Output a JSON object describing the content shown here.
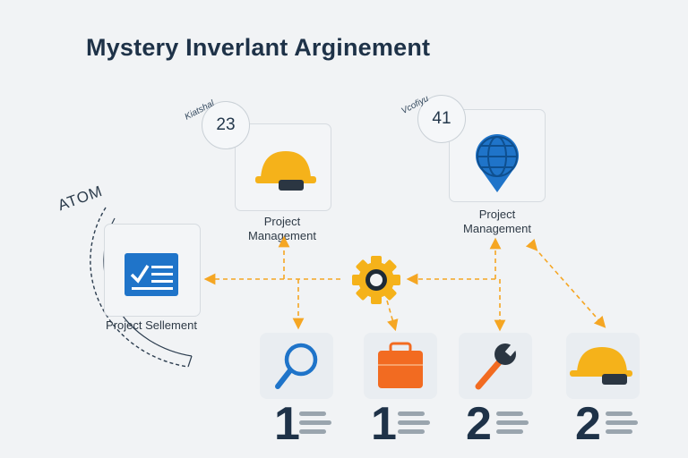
{
  "title": "Mystery Inverlant Arginement",
  "atom_label": "ATOM",
  "nodes": [
    {
      "badge": "23",
      "scribble": "Kiatshal",
      "label": "Project Management"
    },
    {
      "badge": "41",
      "scribble": "Vcofiyu",
      "label": "Project Management"
    },
    {
      "label": "Project Sellement"
    }
  ],
  "tools": [
    {
      "icon": "magnifier-icon",
      "digit": "1"
    },
    {
      "icon": "toolbox-icon",
      "digit": "1"
    },
    {
      "icon": "wrench-icon",
      "digit": "2"
    },
    {
      "icon": "hardhat-icon",
      "digit": "2"
    }
  ],
  "colors": {
    "accent_orange": "#f5a623",
    "blue": "#1f74c9",
    "dark": "#1e3248"
  }
}
